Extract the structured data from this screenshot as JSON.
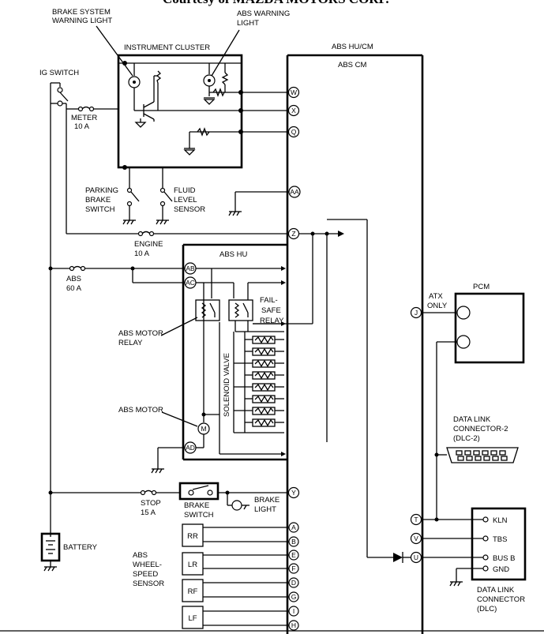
{
  "header": "Courtesy of MAZDA MOTORS CORP.",
  "labels": {
    "brake_warning": [
      "BRAKE SYSTEM",
      "WARNING LIGHT"
    ],
    "abs_warning": [
      "ABS WARNING",
      "LIGHT"
    ],
    "instrument_cluster": "INSTRUMENT CLUSTER",
    "ig_switch": "IG SWITCH",
    "meter_fuse": [
      "METER",
      "10 A"
    ],
    "parking_brake": [
      "PARKING",
      "BRAKE",
      "SWITCH"
    ],
    "fluid_level": [
      "FLUID",
      "LEVEL",
      "SENSOR"
    ],
    "engine_fuse": [
      "ENGINE",
      "10 A"
    ],
    "abs_fuse": [
      "ABS",
      "60 A"
    ],
    "abs_hu": "ABS HU",
    "abs_hucm": "ABS HU/CM",
    "abs_cm": "ABS CM",
    "failsafe_relay": [
      "FAIL-",
      "SAFE",
      "RELAY"
    ],
    "abs_motor_relay": [
      "ABS MOTOR",
      "RELAY"
    ],
    "solenoid_valve": "SOLENOID VALVE",
    "abs_motor": "ABS MOTOR",
    "stop_fuse": [
      "STOP",
      "15 A"
    ],
    "brake_switch": [
      "BRAKE",
      "SWITCH"
    ],
    "brake_light": [
      "BRAKE",
      "LIGHT"
    ],
    "battery": "BATTERY",
    "wheel_speed": [
      "ABS",
      "WHEEL-",
      "SPEED",
      "SENSOR"
    ],
    "atx_only": [
      "ATX",
      "ONLY"
    ],
    "pcm": "PCM",
    "dlc2": [
      "DATA LINK",
      "CONNECTOR-2",
      "(DLC-2)"
    ],
    "dlc": [
      "DATA LINK",
      "CONNECTOR",
      "(DLC)"
    ]
  },
  "pins": [
    "W",
    "X",
    "Q",
    "AA",
    "Z",
    "AB",
    "AC",
    "AD",
    "M",
    "J",
    "Y",
    "T",
    "V",
    "U",
    "A",
    "B",
    "E",
    "F",
    "D",
    "G",
    "I",
    "H"
  ],
  "dlc_terminals": [
    "KLN",
    "TBS",
    "BUS B",
    "GND"
  ],
  "wheel_sensors": [
    "RR",
    "LR",
    "RF",
    "LF"
  ]
}
